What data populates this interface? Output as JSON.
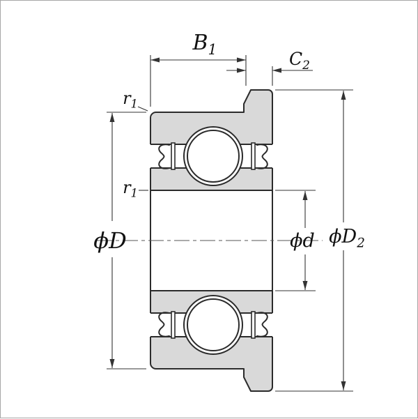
{
  "labels": {
    "b1": {
      "main": "B",
      "sub": "1"
    },
    "c2": {
      "main": "C",
      "sub": "2"
    },
    "r1_top": {
      "main": "r",
      "sub": "1"
    },
    "r1_inner": {
      "main": "r",
      "sub": "1"
    },
    "phi_D": {
      "main": "ϕD",
      "sub": ""
    },
    "phi_d": {
      "main": "ϕd",
      "sub": ""
    },
    "phi_D2": {
      "main": "ϕD",
      "sub": "2"
    }
  },
  "colors": {
    "metal-fill": "#d9d9d9",
    "outline": "#2b2b2b",
    "dimension-line": "#333333",
    "centerline": "#555555",
    "text": "#111111",
    "background": "#ffffff",
    "frame-border": "#a6a6a6"
  }
}
